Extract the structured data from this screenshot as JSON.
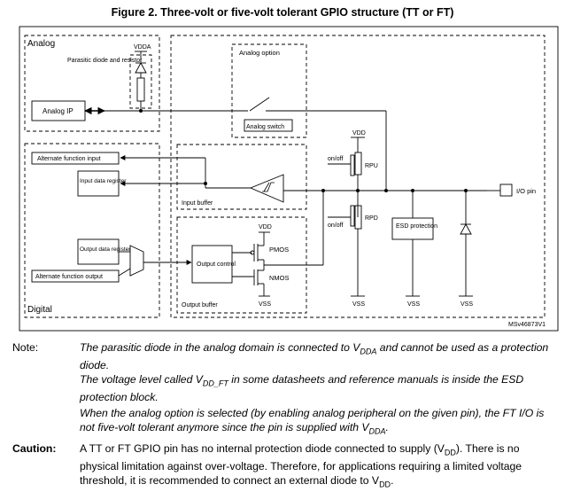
{
  "figure": {
    "title": "Figure 2. Three-volt or five-volt tolerant GPIO structure (TT or FT)",
    "ref_code": "MSv46873V1"
  },
  "diagram": {
    "blocks": {
      "analog": "Analog",
      "digital": "Digital",
      "analog_option": "Analog option",
      "analog_switch": "Analog switch",
      "input_buffer": "Input buffer",
      "output_buffer": "Output buffer",
      "output_control": "Output control",
      "esd_protection": "ESD protection"
    },
    "labels": {
      "parasitic": "Parasitic diode and resistor",
      "analog_ip": "Analog IP",
      "alt_func_input": "Alternate function input",
      "input_data_register": "Input data register",
      "output_data_register": "Output data register",
      "alt_func_output": "Alternate function output",
      "pmos": "PMOS",
      "nmos": "NMOS",
      "on_off": "on/off",
      "io_pin": "I/O pin",
      "vdda": "VDDA",
      "vdd": "VDD",
      "vss": "VSS",
      "rpu": "RPU",
      "rpd": "RPD"
    }
  },
  "notes": {
    "note_label": "Note:",
    "note1_a": "The parasitic diode in the analog domain is connected to V",
    "note1_sub": "DDA",
    "note1_b": " and cannot be used as a protection diode.",
    "note2_a": "The voltage level called V",
    "note2_sub": "DD_FT",
    "note2_b": " in some datasheets and reference manuals is inside the ESD protection block.",
    "note3_a": "When the analog option is selected (by enabling analog peripheral on the given pin), the FT I/O is not five-volt tolerant anymore since the pin is supplied with V",
    "note3_sub": "DDA",
    "note3_b": ".",
    "caution_label": "Caution:",
    "caution_a": "A TT or FT GPIO pin has no internal protection diode connected to supply (V",
    "caution_sub1": "DD",
    "caution_b": "). There is no physical limitation against over-voltage. Therefore, for applications requiring a limited voltage threshold, it is recommended to connect an external diode to V",
    "caution_sub2": "DD",
    "caution_c": "."
  }
}
